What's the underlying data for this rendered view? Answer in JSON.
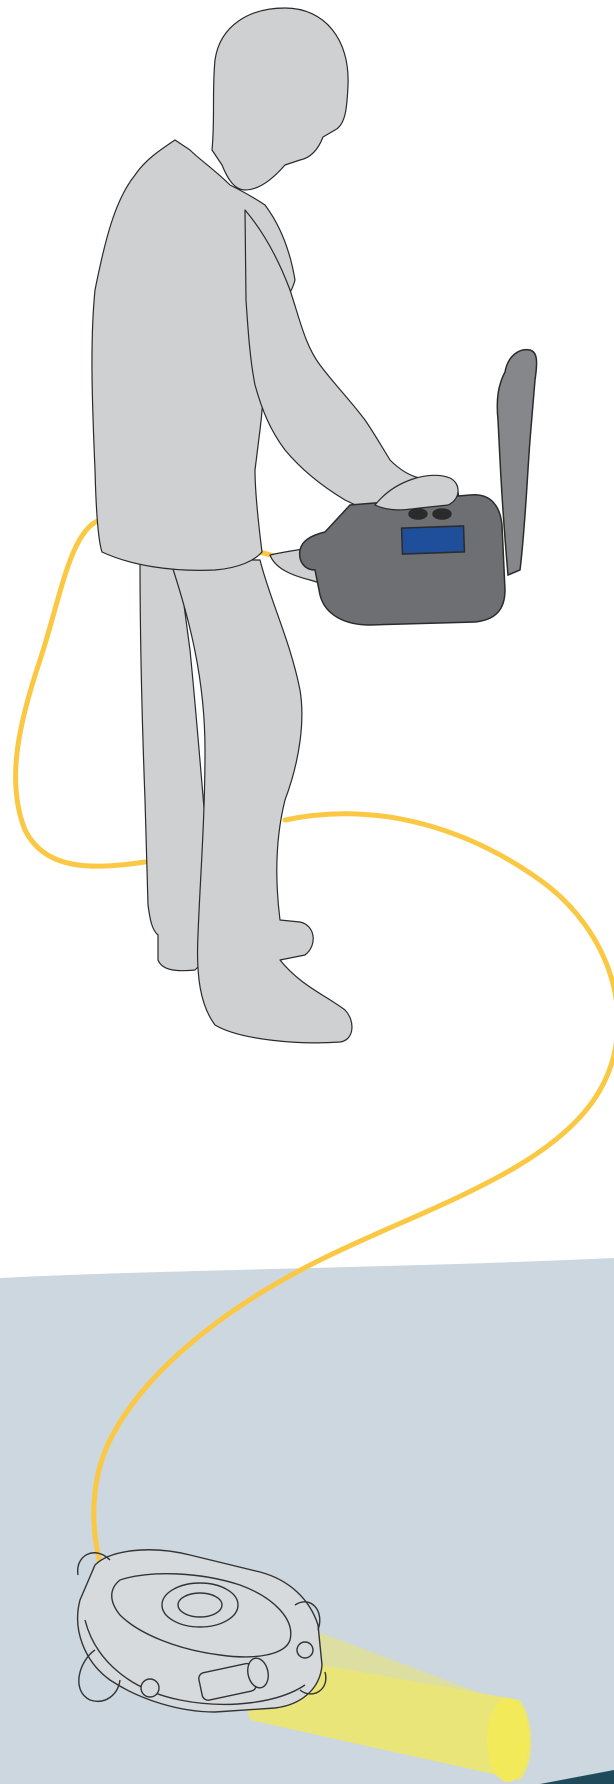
{
  "figure": {
    "subject": "operator-with-controller-and-tethered-underwater-rov",
    "elements": [
      "operator-silhouette",
      "handheld-controller",
      "tether-cable",
      "water-body",
      "rov-vehicle",
      "light-beam"
    ]
  },
  "colors": {
    "background": "#ffffff",
    "person_fill": "#cfd0d2",
    "person_stroke": "#2a2a2a",
    "controller_dark": "#6e6f72",
    "controller_mid": "#86878a",
    "controller_screen": "#1f4f9a",
    "controller_knob": "#2b2b2b",
    "tether": "#fbc843",
    "water": "#ccd7e0",
    "water_edge": "#1e4a5c",
    "rov_fill": "#d7dadd",
    "rov_stroke": "#333333",
    "beam": "#f3ea57"
  }
}
